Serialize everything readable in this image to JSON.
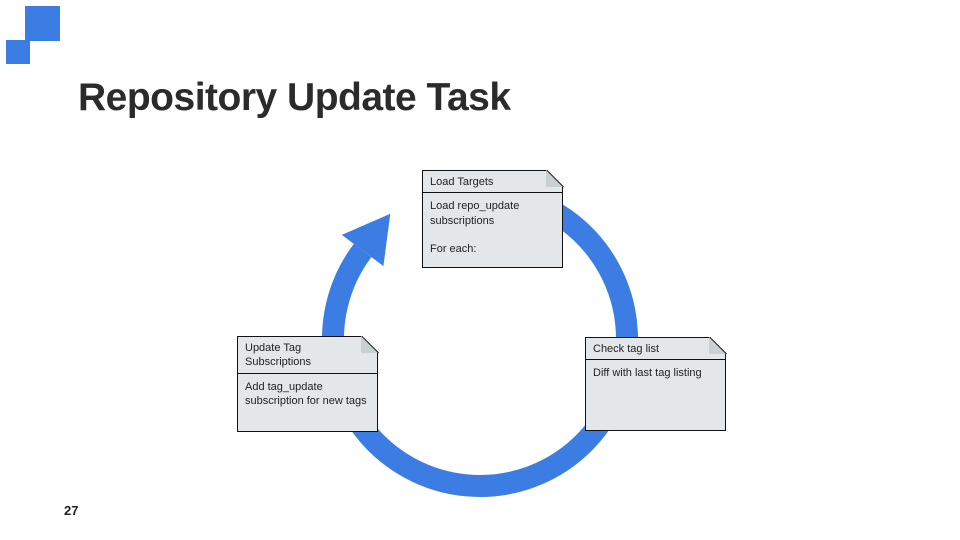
{
  "slide": {
    "title": "Repository Update Task",
    "page_number": "27",
    "accent_color": "#3B7DE3",
    "note_fill_color": "#E3E7E9"
  },
  "diagram": {
    "type": "cycle",
    "direction": "clockwise",
    "nodes": [
      {
        "position": "top",
        "title": "Load Targets",
        "body1": "Load repo_update subscriptions",
        "body2": "For each:"
      },
      {
        "position": "right",
        "title": "Check tag list",
        "body1": "Diff with last tag listing"
      },
      {
        "position": "left",
        "title": "Update Tag Subscriptions",
        "body1": "Add tag_update subscription for new tags"
      }
    ]
  }
}
